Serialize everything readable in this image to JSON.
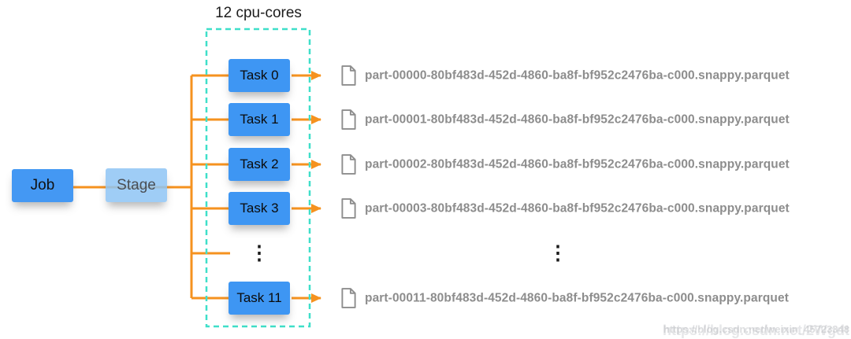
{
  "title": "12 cpu-cores",
  "nodes": {
    "job": "Job",
    "stage": "Stage"
  },
  "tasks": {
    "labels": [
      "Task 0",
      "Task 1",
      "Task 2",
      "Task 3",
      "Task 11"
    ],
    "ellipsis": "⋮"
  },
  "files": {
    "names": [
      "part-00000-80bf483d-452d-4860-ba8f-bf952c2476ba-c000.snappy.parquet",
      "part-00001-80bf483d-452d-4860-ba8f-bf952c2476ba-c000.snappy.parquet",
      "part-00002-80bf483d-452d-4860-ba8f-bf952c2476ba-c000.snappy.parquet",
      "part-00003-80bf483d-452d-4860-ba8f-bf952c2476ba-c000.snappy.parquet",
      "part-00011-80bf483d-452d-4860-ba8f-bf952c2476ba-c000.snappy.parquet"
    ],
    "ellipsis": "⋮",
    "icon": "document-icon"
  },
  "colors": {
    "task_blue": "#3e96f3",
    "job_blue": "#4498f3",
    "stage_blue": "#8ec4f5",
    "connector_orange": "#f5921f",
    "group_border_teal": "#3fdfc9",
    "file_text_gray": "#8d8d8d"
  },
  "watermark": {
    "line_small": "https://blog.csdn.net/weixin_45723348",
    "line_large": "https://blog.csdn.net/2Wgdt"
  }
}
